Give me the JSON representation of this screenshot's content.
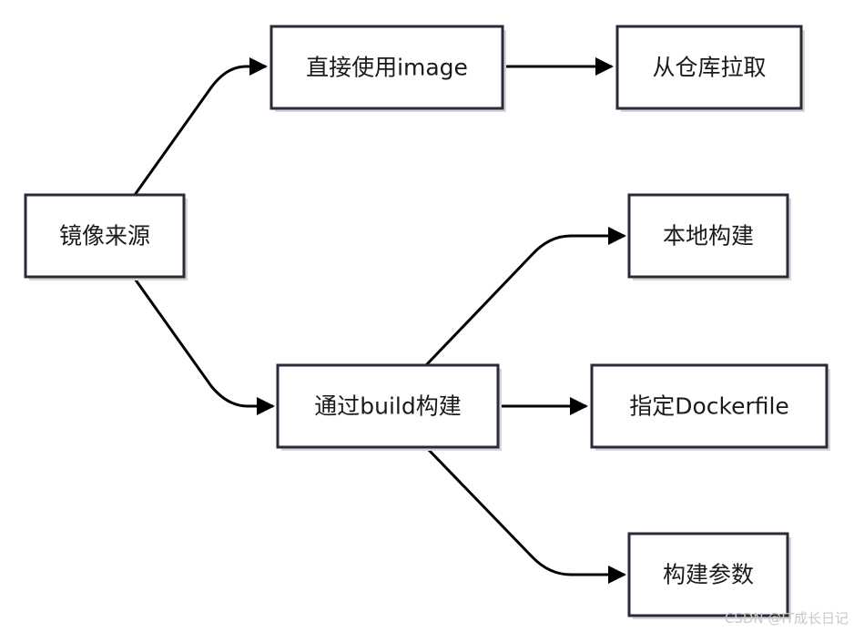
{
  "diagram": {
    "nodes": {
      "source": "镜像来源",
      "use_image": "直接使用image",
      "pull": "从仓库拉取",
      "build": "通过build构建",
      "local_build": "本地构建",
      "dockerfile": "指定Dockerfile",
      "build_args": "构建参数"
    }
  },
  "watermark": "CSDN @IT成长日记",
  "colors": {
    "box_border": "#2a2a3a",
    "arrow": "#000000",
    "text": "#1a1a1a",
    "watermark": "#c8c8c8"
  }
}
